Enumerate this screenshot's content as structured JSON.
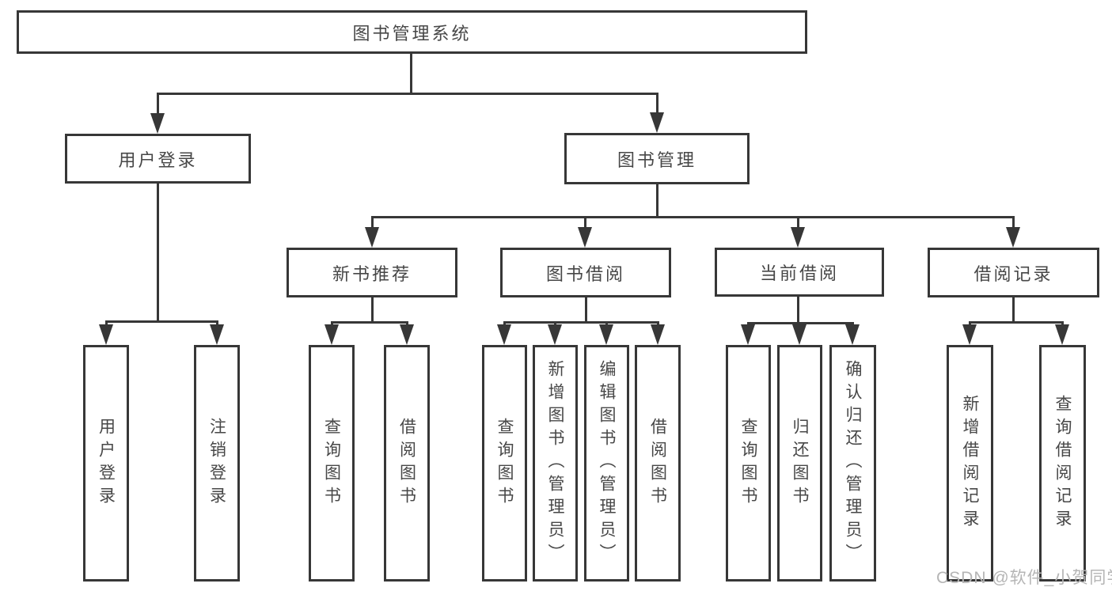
{
  "colors": {
    "line": "#373737",
    "text": "#474747",
    "watermark": "#b5b5b5",
    "background": "#ffffff"
  },
  "tree": {
    "root": {
      "label": "图书管理系统"
    },
    "branches": [
      {
        "label": "用户登录",
        "children": [
          {
            "label": "用户登录"
          },
          {
            "label": "注销登录"
          }
        ]
      },
      {
        "label": "图书管理",
        "children": [
          {
            "label": "新书推荐",
            "children": [
              {
                "label": "查询图书"
              },
              {
                "label": "借阅图书"
              }
            ]
          },
          {
            "label": "图书借阅",
            "children": [
              {
                "label": "查询图书"
              },
              {
                "label": "新增图书（管理员）"
              },
              {
                "label": "编辑图书（管理员）"
              },
              {
                "label": "借阅图书"
              }
            ]
          },
          {
            "label": "当前借阅",
            "children": [
              {
                "label": "查询图书"
              },
              {
                "label": "归还图书"
              },
              {
                "label": "确认归还（管理员）"
              }
            ]
          },
          {
            "label": "借阅记录",
            "children": [
              {
                "label": "新增借阅记录"
              },
              {
                "label": "查询借阅记录"
              }
            ]
          }
        ]
      }
    ]
  },
  "watermark": {
    "text": "CSDN @软件_小贺同学"
  }
}
